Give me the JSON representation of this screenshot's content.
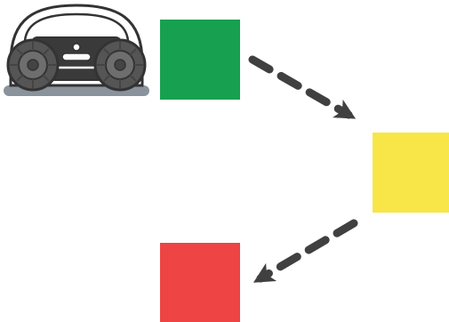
{
  "colors": {
    "background": "#ffffff",
    "outline": "#333333",
    "robot_body": "#ffffff",
    "robot_panel": "#3a3a3a",
    "robot_wheel": "#555555",
    "robot_wheel_hub": "#6e6e6e",
    "robot_base": "#8a929b",
    "arrow": "#404040"
  },
  "robot": {
    "icon": "pool-cleaning-robot-icon"
  },
  "squares": [
    {
      "id": "green",
      "color": "#17a050"
    },
    {
      "id": "yellow",
      "color": "#f8e548"
    },
    {
      "id": "red",
      "color": "#ee4444"
    }
  ],
  "arrows": [
    {
      "from": "green",
      "to": "yellow",
      "style": "dashed"
    },
    {
      "from": "yellow",
      "to": "red",
      "style": "dashed"
    }
  ]
}
